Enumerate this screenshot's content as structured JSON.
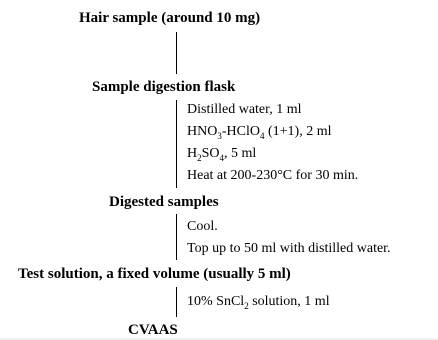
{
  "flow": {
    "step1_title": "Hair sample (around 10 mg)",
    "step2_title": "Sample digestion flask",
    "step2_notes": {
      "water": "Distilled water, 1 ml",
      "hno3_prefix": "HNO",
      "hno3_sub": "3",
      "hclo4_prefix": "-HClO",
      "hclo4_sub": "4",
      "hno3_hclo4_rest": " (1+1), 2 ml",
      "h2so4_prefix": "H",
      "h2so4_sub1": "2",
      "h2so4_mid": "SO",
      "h2so4_sub2": "4",
      "h2so4_rest": ", 5 ml",
      "heat": "Heat at 200-230°C for 30 min."
    },
    "step3_title": "Digested samples",
    "step3_notes": {
      "cool": "Cool.",
      "topup": "Top up to 50 ml with distilled water."
    },
    "step4_title": "Test solution, a fixed volume (usually 5 ml)",
    "step4_notes": {
      "sncl2_prefix": "10% SnCl",
      "sncl2_sub": "2",
      "sncl2_rest": " solution, 1 ml"
    },
    "step5_title": "CVAAS"
  }
}
